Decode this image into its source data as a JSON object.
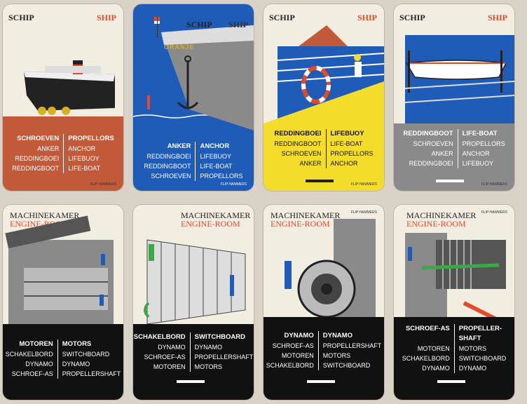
{
  "cards": [
    {
      "title_nl": "SCHIP",
      "title_en": "SHIP",
      "head_nl": "SCHROEVEN",
      "head_en": "PROPELLORS",
      "rows_nl": [
        "ANKER",
        "REDDINGBOEI",
        "REDDINGBOOT"
      ],
      "rows_en": [
        "ANCHOR",
        "LIFEBUOY",
        "LIFE-BOAT"
      ],
      "panel_color": "#c25a3a"
    },
    {
      "title_nl": "SCHIP",
      "title_en": "SHIP",
      "ship_name": "ORANJE",
      "head_nl": "ANKER",
      "head_en": "ANCHOR",
      "rows_nl": [
        "REDDINGBOEI",
        "REDDINGBOOT",
        "SCHROEVEN"
      ],
      "rows_en": [
        "LIFEBUOY",
        "LIFE-BOAT",
        "PROPELLORS"
      ],
      "panel_color": "#1f5cb8"
    },
    {
      "title_nl": "SCHIP",
      "title_en": "SHIP",
      "head_nl": "REDDINGBOEI",
      "head_en": "LIFEBUOY",
      "rows_nl": [
        "REDDINGBOOT",
        "SCHROEVEN",
        "ANKER"
      ],
      "rows_en": [
        "LIFE-BOAT",
        "PROPELLORS",
        "ANCHOR"
      ],
      "panel_color": "#f4dc2a"
    },
    {
      "title_nl": "SCHIP",
      "title_en": "SHIP",
      "head_nl": "REDDINGBOOT",
      "head_en": "LIFE-BOAT",
      "rows_nl": [
        "SCHROEVEN",
        "ANKER",
        "REDDINGBOEI"
      ],
      "rows_en": [
        "PROPELLORS",
        "ANCHOR",
        "LIFEBUOY"
      ],
      "panel_color": "#8a8a8a"
    },
    {
      "title_nl": "MACHINEKAMER",
      "title_en": "ENGINE-ROOM",
      "head_nl": "MOTOREN",
      "head_en": "MOTORS",
      "rows_nl": [
        "SCHAKELBORD",
        "DYNAMO",
        "SCHROEF-AS"
      ],
      "rows_en": [
        "SWITCHBOARD",
        "DYNAMO",
        "PROPELLERSHAFT"
      ],
      "panel_color": "#111111"
    },
    {
      "title_nl": "MACHINEKAMER",
      "title_en": "ENGINE-ROOM",
      "head_nl": "SCHAKELBORD",
      "head_en": "SWITCHBOARD",
      "rows_nl": [
        "DYNAMO",
        "SCHROEF-AS",
        "MOTOREN"
      ],
      "rows_en": [
        "DYNAMO",
        "PROPELLERSHAFT",
        "MOTORS"
      ],
      "panel_color": "#111111"
    },
    {
      "title_nl": "MACHINEKAMER",
      "title_en": "ENGINE-ROOM",
      "head_nl": "DYNAMO",
      "head_en": "DYNAMO",
      "rows_nl": [
        "SCHROEF-AS",
        "MOTOREN",
        "SCHAKELBORD"
      ],
      "rows_en": [
        "PROPELLERSHAFT",
        "MOTORS",
        "SWITCHBOARD"
      ],
      "panel_color": "#111111"
    },
    {
      "title_nl": "MACHINEKAMER",
      "title_en": "ENGINE-ROOM",
      "head_nl": "SCHROEF-AS",
      "head_en": "PROPELLER-SHAFT",
      "rows_nl": [
        "MOTOREN",
        "SCHAKELBORD",
        "DYNAMO"
      ],
      "rows_en": [
        "MOTORS",
        "SWITCHBOARD",
        "DYNAMO"
      ],
      "panel_color": "#111111"
    }
  ],
  "signature": "FLIP HAMMERS"
}
